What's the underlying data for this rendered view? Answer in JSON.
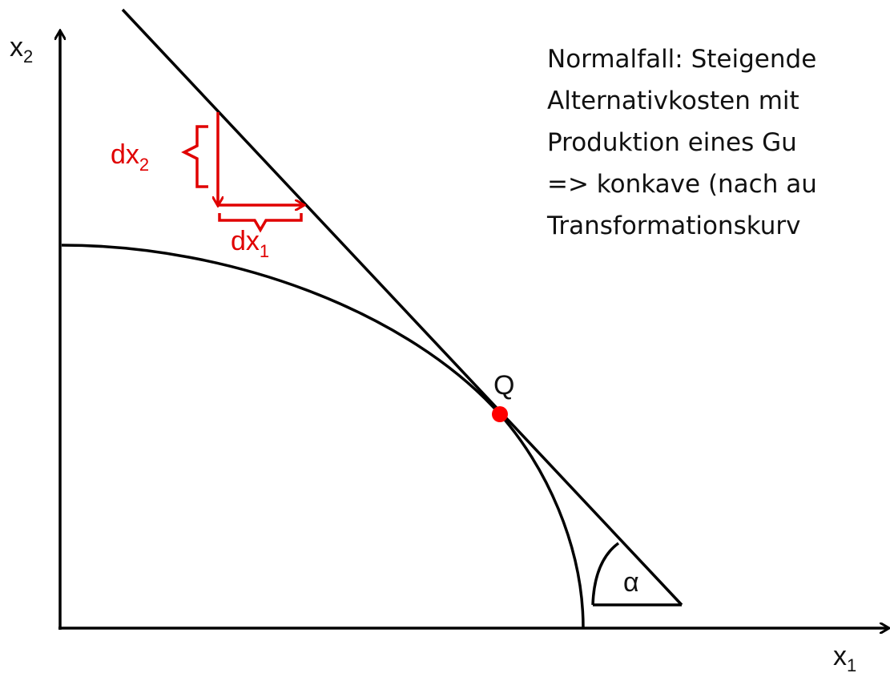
{
  "diagram": {
    "axes": {
      "x_label": {
        "main": "x",
        "sub": "1"
      },
      "y_label": {
        "main": "x",
        "sub": "2"
      }
    },
    "point": {
      "label": "Q"
    },
    "angle": {
      "label": "α"
    },
    "changes": {
      "dx2": {
        "main": "dx",
        "sub": "2"
      },
      "dx1": {
        "main": "dx",
        "sub": "1"
      }
    },
    "note": {
      "lines": [
        "Normalfall: Steigende",
        "Alternativkosten mit",
        "Produktion eines Gu",
        "=> konkave (nach au",
        "Transformationskurv"
      ]
    },
    "colors": {
      "axis": "#000000",
      "accent": "#e00000",
      "point": "#ff0000"
    }
  }
}
